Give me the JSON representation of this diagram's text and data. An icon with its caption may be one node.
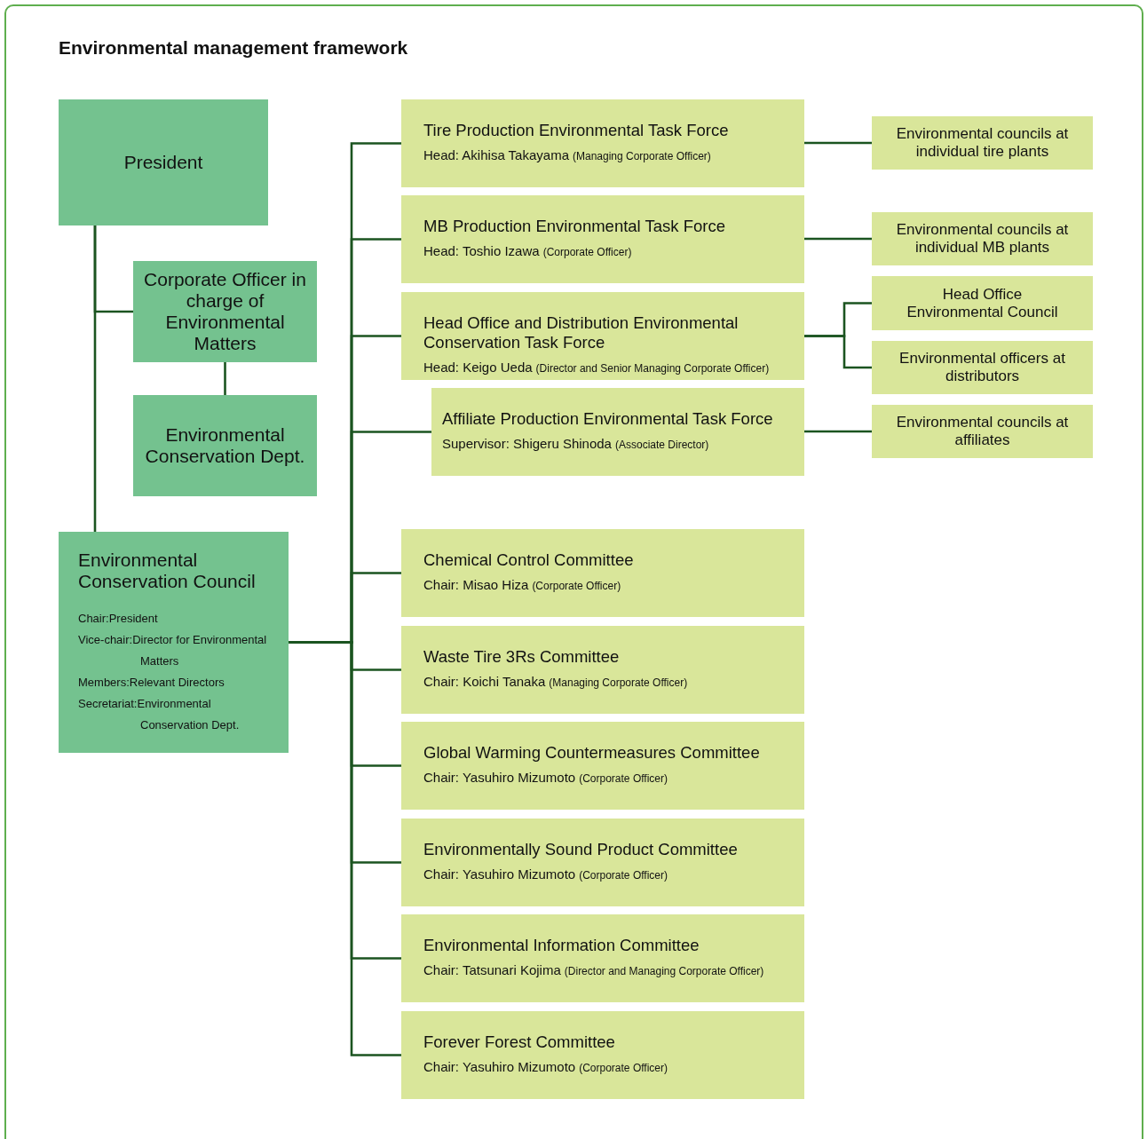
{
  "diagram": {
    "title": "Environmental management framework",
    "nodes": [
      {
        "text": [
          "President"
        ]
      },
      {
        "text": [
          "Corporate Officer in charge of Environmental Matters"
        ]
      },
      {
        "text": [
          "Environmental Conservation Dept."
        ]
      },
      {
        "text": [
          "Environmental Conservation Council",
          "Chair:President",
          "Vice-chair:Director for Environmental Matters",
          "Members:Relevant Directors",
          "Secretariat:Environmental Conservation Dept."
        ]
      },
      {
        "text": [
          "Tire Production Environmental Task Force",
          "Head: Akihisa Takayama",
          "(Managing Corporate Officer)"
        ]
      },
      {
        "text": [
          "MB Production Environmental Task Force",
          "Head: Toshio Izawa",
          "(Corporate Officer)"
        ]
      },
      {
        "text": [
          "Head Office and Distribution Environmental Conservation Task Force",
          "Head: Keigo Ueda",
          "(Director and Senior Managing Corporate Officer)"
        ]
      },
      {
        "text": [
          "Affiliate Production Environmental Task Force",
          "Supervisor: Shigeru Shinoda",
          "(Associate Director)"
        ]
      },
      {
        "text": [
          "Chemical Control Committee",
          "Chair: Misao Hiza",
          "(Corporate Officer)"
        ]
      },
      {
        "text": [
          "Waste Tire 3Rs Committee",
          "Chair: Koichi Tanaka",
          "(Managing Corporate Officer)"
        ]
      },
      {
        "text": [
          "Global Warming Countermeasures Committee",
          "Chair: Yasuhiro Mizumoto",
          "(Corporate Officer)"
        ]
      },
      {
        "text": [
          "Environmentally Sound Product Committee",
          "Chair: Yasuhiro Mizumoto",
          "(Corporate Officer)"
        ]
      },
      {
        "text": [
          "Environmental Information Committee",
          "Chair: Tatsunari Kojima",
          "(Director and Managing Corporate Officer)"
        ]
      },
      {
        "text": [
          "Forever Forest Committee",
          "Chair: Yasuhiro Mizumoto",
          "(Corporate Officer)"
        ]
      },
      {
        "text": [
          "Environmental councils at individual tire plants"
        ]
      },
      {
        "text": [
          "Environmental councils at individual MB plants"
        ]
      },
      {
        "text": [
          "Head Office Environmental Council"
        ]
      },
      {
        "text": [
          "Environmental officers at distributors"
        ]
      },
      {
        "text": [
          "Environmental councils at affiliates"
        ]
      }
    ],
    "edges": [
      {
        "from": 0,
        "to": 3,
        "arrow": "none"
      },
      {
        "from": 0,
        "to": 1,
        "arrow": "none"
      },
      {
        "from": 1,
        "to": 2,
        "arrow": "none"
      },
      {
        "from": 3,
        "to": 4,
        "arrow": "none"
      },
      {
        "from": 3,
        "to": 5,
        "arrow": "none"
      },
      {
        "from": 3,
        "to": 6,
        "arrow": "none"
      },
      {
        "from": 3,
        "to": 7,
        "arrow": "none"
      },
      {
        "from": 3,
        "to": 8,
        "arrow": "none"
      },
      {
        "from": 3,
        "to": 9,
        "arrow": "none"
      },
      {
        "from": 3,
        "to": 10,
        "arrow": "none"
      },
      {
        "from": 3,
        "to": 11,
        "arrow": "none"
      },
      {
        "from": 3,
        "to": 12,
        "arrow": "none"
      },
      {
        "from": 3,
        "to": 13,
        "arrow": "none"
      },
      {
        "from": 4,
        "to": 14,
        "arrow": "none"
      },
      {
        "from": 5,
        "to": 15,
        "arrow": "none"
      },
      {
        "from": 6,
        "to": 16,
        "arrow": "none"
      },
      {
        "from": 6,
        "to": 17,
        "arrow": "none"
      },
      {
        "from": 7,
        "to": 18,
        "arrow": "none"
      }
    ]
  }
}
